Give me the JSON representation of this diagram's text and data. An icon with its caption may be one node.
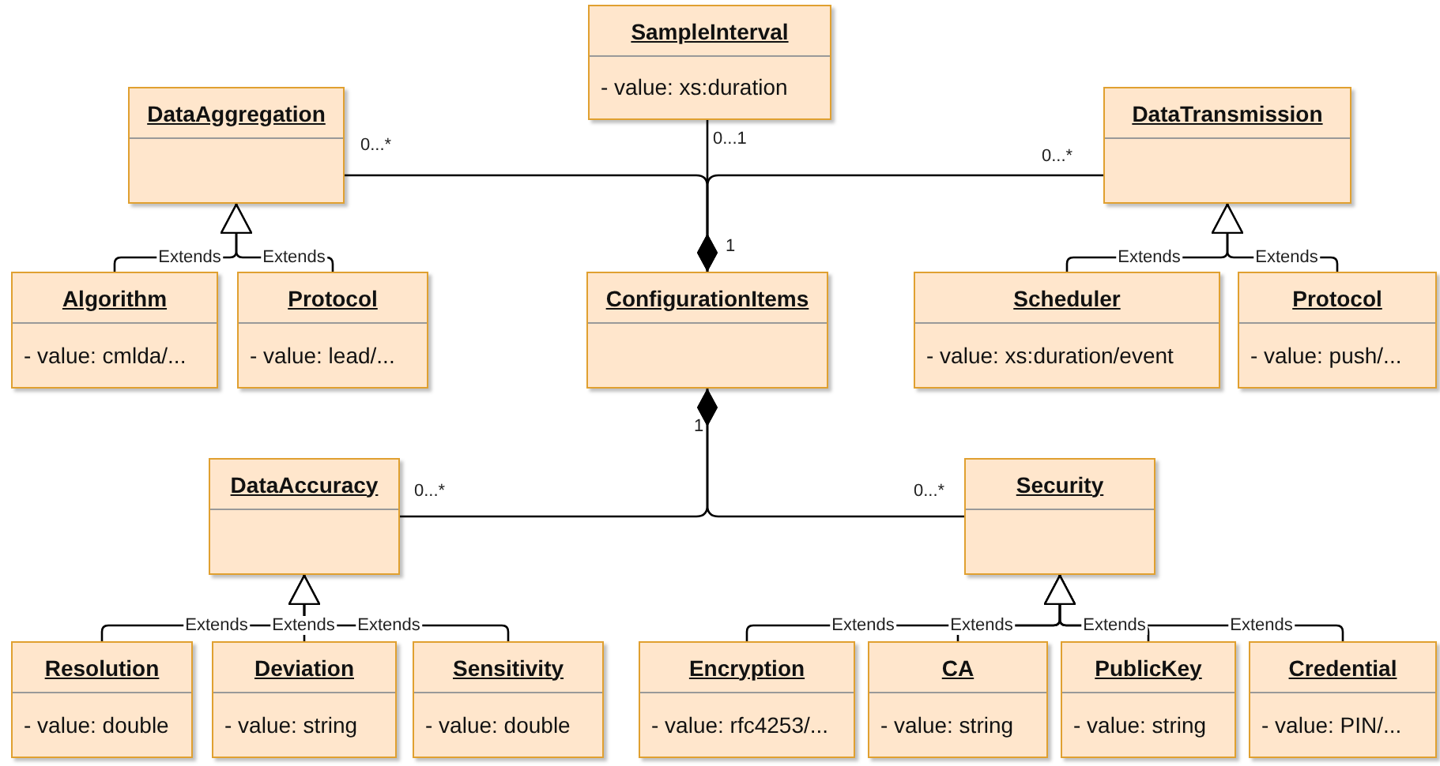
{
  "diagram": {
    "nodes": [
      {
        "text": [
          "SampleInterval",
          "- value: xs:duration"
        ]
      },
      {
        "text": [
          "DataAggregation"
        ]
      },
      {
        "text": [
          "DataTransmission"
        ]
      },
      {
        "text": [
          "Algorithm",
          "- value: cmlda/..."
        ]
      },
      {
        "text": [
          "Protocol",
          "- value: lead/..."
        ]
      },
      {
        "text": [
          "ConfigurationItems"
        ]
      },
      {
        "text": [
          "Scheduler",
          "- value: xs:duration/event"
        ]
      },
      {
        "text": [
          "Protocol",
          "- value: push/..."
        ]
      },
      {
        "text": [
          "DataAccuracy"
        ]
      },
      {
        "text": [
          "Security"
        ]
      },
      {
        "text": [
          "Resolution",
          "- value: double"
        ]
      },
      {
        "text": [
          "Deviation",
          "- value: string"
        ]
      },
      {
        "text": [
          "Sensitivity",
          "- value: double"
        ]
      },
      {
        "text": [
          "Encryption",
          "- value: rfc4253/..."
        ]
      },
      {
        "text": [
          "CA",
          "- value: string"
        ]
      },
      {
        "text": [
          "PublicKey",
          "- value: string"
        ]
      },
      {
        "text": [
          "Credential",
          "- value: PIN/..."
        ]
      }
    ],
    "edges": [
      {
        "from": 0,
        "to": 5,
        "arrow": "other"
      },
      {
        "from": 1,
        "to": 5,
        "arrow": "other"
      },
      {
        "from": 2,
        "to": 5,
        "arrow": "other"
      },
      {
        "from": 8,
        "to": 5,
        "arrow": "other"
      },
      {
        "from": 9,
        "to": 5,
        "arrow": "other"
      },
      {
        "from": 3,
        "to": 1,
        "arrow": "to",
        "label": "Extends"
      },
      {
        "from": 4,
        "to": 1,
        "arrow": "to",
        "label": "Extends"
      },
      {
        "from": 6,
        "to": 2,
        "arrow": "to",
        "label": "Extends"
      },
      {
        "from": 7,
        "to": 2,
        "arrow": "to",
        "label": "Extends"
      },
      {
        "from": 10,
        "to": 8,
        "arrow": "to",
        "label": "Extends"
      },
      {
        "from": 11,
        "to": 8,
        "arrow": "to",
        "label": "Extends"
      },
      {
        "from": 12,
        "to": 8,
        "arrow": "to",
        "label": "Extends"
      },
      {
        "from": 13,
        "to": 9,
        "arrow": "to",
        "label": "Extends"
      },
      {
        "from": 14,
        "to": 9,
        "arrow": "to",
        "label": "Extends"
      },
      {
        "from": 15,
        "to": 9,
        "arrow": "to",
        "label": "Extends"
      },
      {
        "from": 16,
        "to": 9,
        "arrow": "to",
        "label": "Extends"
      }
    ],
    "labels": [
      "0...*",
      "0...1",
      "1",
      "0...*",
      "1",
      "0...*",
      "0...*"
    ]
  }
}
